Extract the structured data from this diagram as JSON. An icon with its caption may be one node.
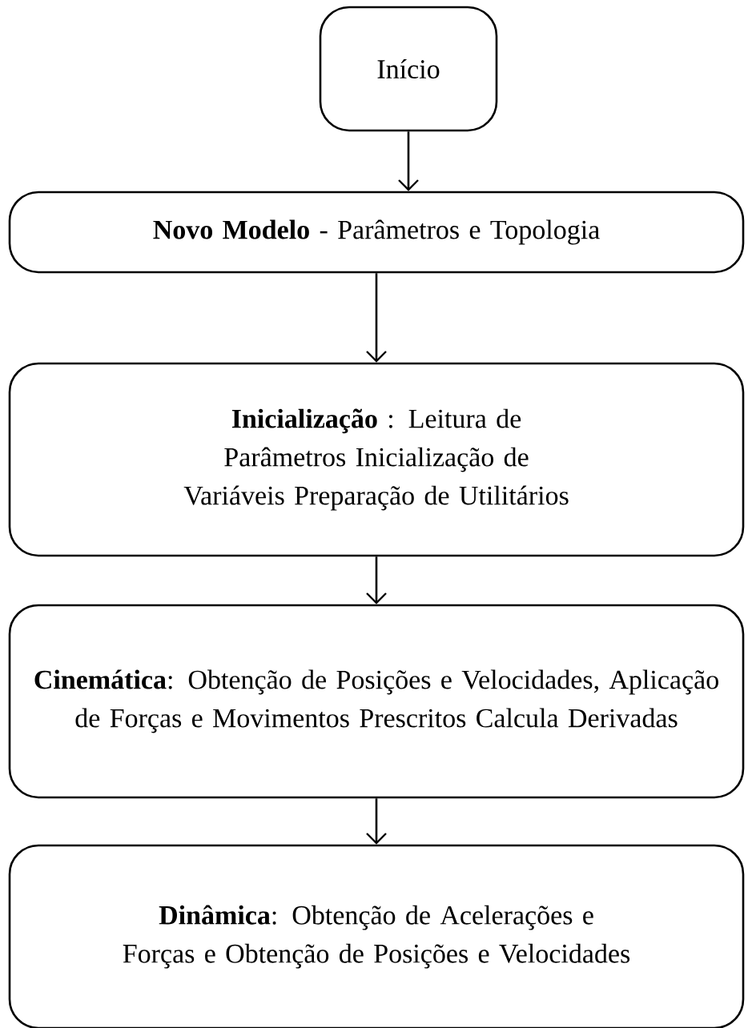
{
  "diagram": {
    "nodes": [
      {
        "text": [
          "Início"
        ]
      },
      {
        "text": [
          "**Novo Modelo** - Parâmetros e Topologia"
        ]
      },
      {
        "text": [
          "**Inicialização** : Leitura de Parâmetros Inicialização de Variáveis Preparação de Utilitários"
        ]
      },
      {
        "text": [
          "**Cinemática**: Obtenção de Posições e Velocidades, Aplicação de Forças e Movimentos Prescritos Calcula Derivadas"
        ]
      },
      {
        "text": [
          "**Dinâmica**: Obtenção de Acelerações e Forças e  Obtenção de Posições e Velocidades"
        ]
      }
    ],
    "edges": [
      {
        "from": 0,
        "to": 1,
        "arrow": "to"
      },
      {
        "from": 1,
        "to": 2,
        "arrow": "to"
      },
      {
        "from": 2,
        "to": 3,
        "arrow": "to"
      },
      {
        "from": 3,
        "to": 4,
        "arrow": "to"
      }
    ]
  }
}
